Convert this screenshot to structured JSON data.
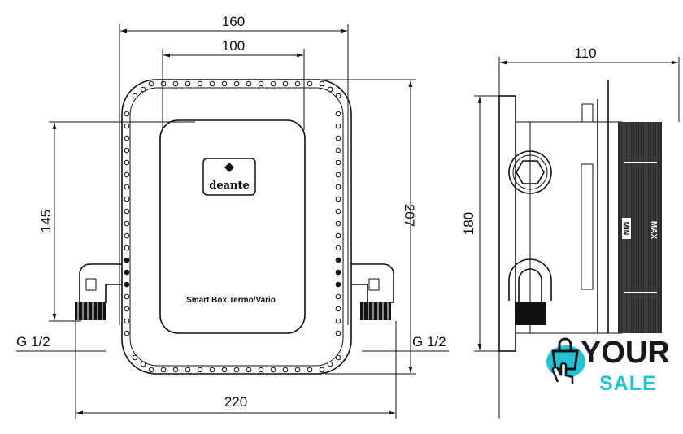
{
  "dimensions": {
    "width_outer": "160",
    "width_inner": "100",
    "total_width": "220",
    "height_left": "145",
    "height_right": "207",
    "thread_left": "G 1/2",
    "thread_right": "G 1/2",
    "side_depth": "110",
    "side_height": "180"
  },
  "product": {
    "brand": "deante",
    "label": "Smart Box Termo/Vario"
  },
  "side_view": {
    "min_label": "MIN",
    "max_label": "MAX"
  },
  "watermark": {
    "line1": "YOUR",
    "line2": "SALE"
  },
  "colors": {
    "teal": "#22c4cf",
    "dark": "#16161e"
  }
}
